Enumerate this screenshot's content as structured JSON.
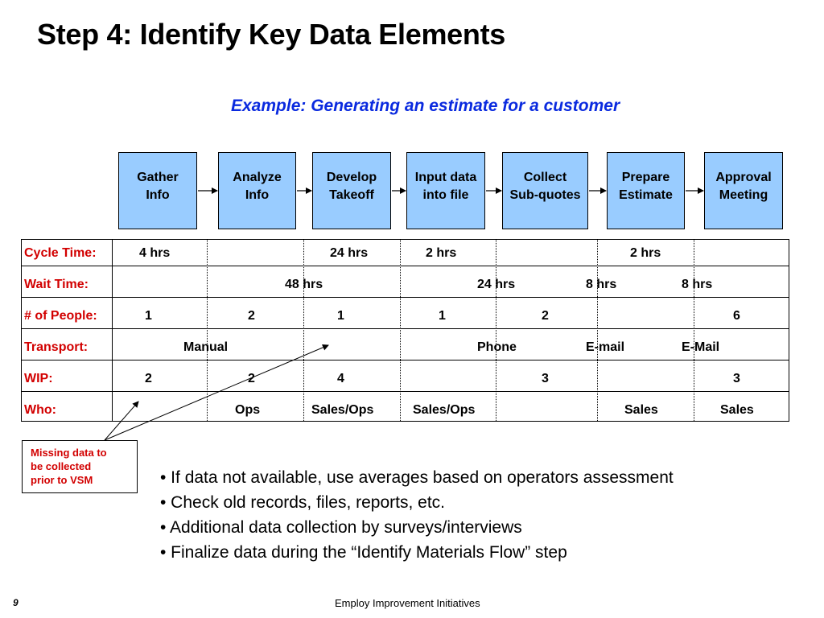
{
  "title": "Step 4: Identify Key Data Elements",
  "subtitle": "Example: Generating an estimate for a customer",
  "steps": [
    "Gather\nInfo",
    "Analyze\nInfo",
    "Develop\nTakeoff",
    "Input data\ninto file",
    "Collect\nSub-quotes",
    "Prepare\nEstimate",
    "Approval\nMeeting"
  ],
  "rows": [
    {
      "label": "Cycle Time:",
      "values": [
        "4 hrs",
        "24 hrs",
        "2 hrs",
        "2 hrs"
      ]
    },
    {
      "label": "Wait Time:",
      "values": [
        "48 hrs",
        "24 hrs",
        "8 hrs",
        "8 hrs"
      ]
    },
    {
      "label": "# of People:",
      "values": [
        "1",
        "2",
        "1",
        "1",
        "2",
        "6"
      ]
    },
    {
      "label": "Transport:",
      "values": [
        "Manual",
        "Phone",
        "E-mail",
        "E-Mail"
      ]
    },
    {
      "label": "WIP:",
      "values": [
        "2",
        "2",
        "4",
        "3",
        "3"
      ]
    },
    {
      "label": "Who:",
      "values": [
        "Ops",
        "Sales/Ops",
        "Sales/Ops",
        "Sales",
        "Sales"
      ]
    }
  ],
  "callout": "Missing data to\nbe collected\nprior to VSM",
  "bullets": [
    "• If data not available, use averages based on operators assessment",
    "• Check old records, files, reports, etc.",
    "• Additional data collection by surveys/interviews",
    "• Finalize data during the “Identify Materials Flow” step"
  ],
  "page_number": "9",
  "footer": "Employ Improvement Initiatives"
}
